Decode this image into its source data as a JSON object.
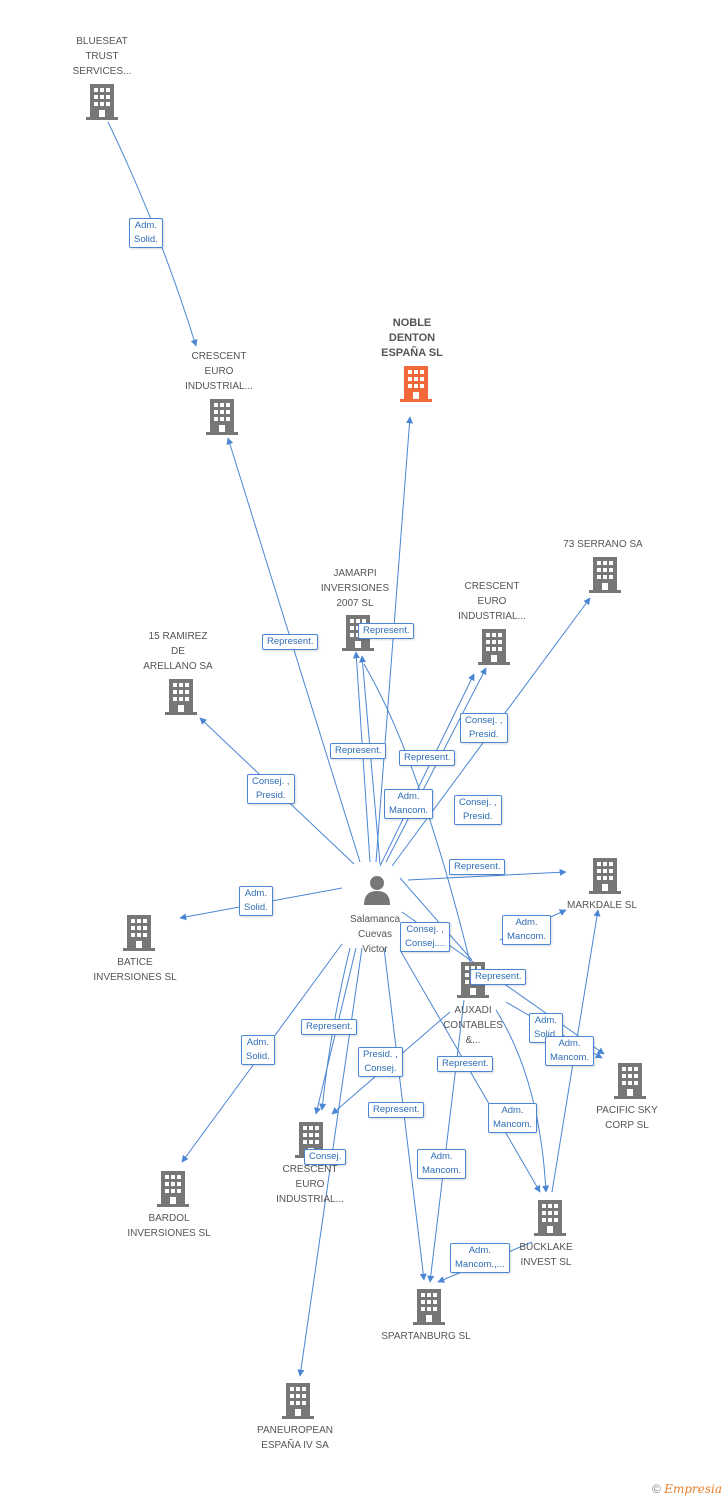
{
  "colors": {
    "edge": "#4a86d4",
    "building": "#777777",
    "highlight": "#f26a3c",
    "person": "#777777",
    "label": "#555555",
    "tag_text": "#2f6db5"
  },
  "nodes": [
    {
      "id": "blueseat",
      "name": "BLUESEAT\nTRUST\nSERVICES...",
      "icon": "building-icon"
    },
    {
      "id": "crescent1",
      "name": "CRESCENT\nEURO\nINDUSTRIAL...",
      "icon": "building-icon"
    },
    {
      "id": "noble",
      "name": "NOBLE\nDENTON\nESPAÑA SL",
      "icon": "building-icon",
      "highlight": true
    },
    {
      "id": "serrano",
      "name": "73 SERRANO SA",
      "icon": "building-icon"
    },
    {
      "id": "jamarpi",
      "name": "JAMARPI\nINVERSIONES\n2007 SL",
      "icon": "building-icon"
    },
    {
      "id": "crescent2",
      "name": "CRESCENT\nEURO\nINDUSTRIAL...",
      "icon": "building-icon"
    },
    {
      "id": "ramirez",
      "name": "15 RAMIREZ\nDE\nARELLANO SA",
      "icon": "building-icon"
    },
    {
      "id": "person",
      "name": "Salamanca\nCuevas\nVictor",
      "icon": "person-icon"
    },
    {
      "id": "markdale",
      "name": "MARKDALE SL",
      "icon": "building-icon"
    },
    {
      "id": "batice",
      "name": "BATICE\nINVERSIONES SL",
      "icon": "building-icon"
    },
    {
      "id": "auxadi",
      "name": "AUXADI\nCONTABLES\n&...",
      "icon": "building-icon"
    },
    {
      "id": "pacific",
      "name": "PACIFIC SKY\nCORP  SL",
      "icon": "building-icon"
    },
    {
      "id": "crescent3",
      "name": "CRESCENT\nEURO\nINDUSTRIAL...",
      "icon": "building-icon"
    },
    {
      "id": "bardol",
      "name": "BARDOL\nINVERSIONES SL",
      "icon": "building-icon"
    },
    {
      "id": "bucklake",
      "name": "BUCKLAKE\nINVEST SL",
      "icon": "building-icon"
    },
    {
      "id": "spartanburg",
      "name": "SPARTANBURG SL",
      "icon": "building-icon"
    },
    {
      "id": "paneuropean",
      "name": "PANEUROPEAN\nESPAÑA IV SA",
      "icon": "building-icon"
    }
  ],
  "tags": [
    {
      "label": "Adm.\nSolid."
    },
    {
      "label": "Represent."
    },
    {
      "label": "Represent."
    },
    {
      "label": "Consej. ,\nPresid."
    },
    {
      "label": "Represent."
    },
    {
      "label": "Represent."
    },
    {
      "label": "Consej. ,\nPresid."
    },
    {
      "label": "Adm.\nMancom."
    },
    {
      "label": "Consej. ,\nPresid."
    },
    {
      "label": "Represent."
    },
    {
      "label": "Adm.\nSolid."
    },
    {
      "label": "Adm.\nMancom."
    },
    {
      "label": "Consej. ,\nConsej...."
    },
    {
      "label": "Represent."
    },
    {
      "label": "Adm.\nSolid."
    },
    {
      "label": "Adm.\nMancom."
    },
    {
      "label": "Adm.\nSolid."
    },
    {
      "label": "Represent."
    },
    {
      "label": "Presid. ,\nConsej."
    },
    {
      "label": "Represent."
    },
    {
      "label": "Adm.\nMancom."
    },
    {
      "label": "Represent."
    },
    {
      "label": "Consej."
    },
    {
      "label": "Adm.\nMancom."
    },
    {
      "label": "Adm.\nMancom.,..."
    }
  ],
  "footer": {
    "copyright": "©",
    "brand": "Empresia"
  }
}
